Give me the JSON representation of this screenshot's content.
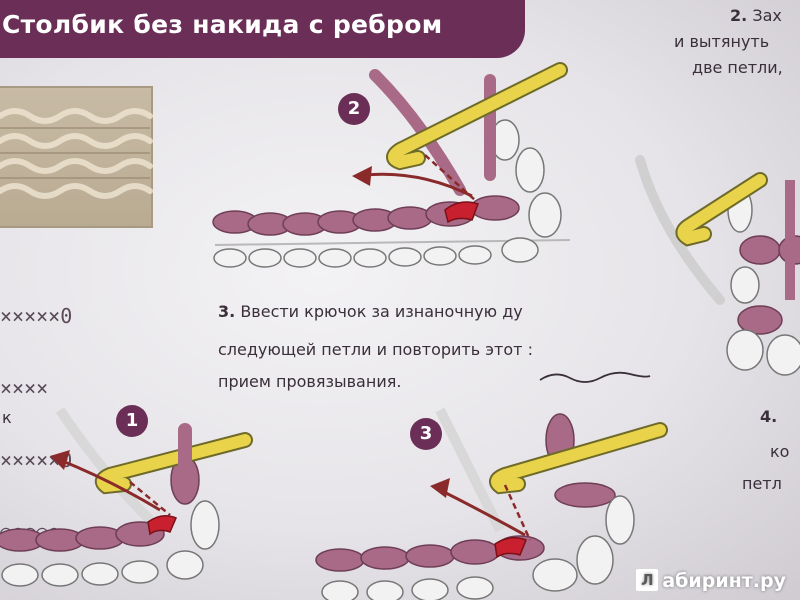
{
  "header": {
    "title": "Столбик без накида с ребром"
  },
  "step2_text": {
    "number": "2.",
    "line1": "Зах",
    "line2": "и вытянуть",
    "line3": "две петли,"
  },
  "step3_text": {
    "number": "3.",
    "line1": "Ввести крючок за изнаночную ду",
    "line2": "следующей петли и повторить этот :",
    "line3": "прием провязывания."
  },
  "step4_text": {
    "number": "4.",
    "line2": "ко",
    "line3": "петл"
  },
  "left_fragment": {
    "text": "к"
  },
  "badges": {
    "b1": "1",
    "b2": "2",
    "b3": "3"
  },
  "legend": {
    "row1": "×××××0",
    "row2": "××××",
    "row3": "×××××0",
    "row4": "○○○○○"
  },
  "watermark": {
    "icon": "labirint-book-icon",
    "icon_glyph": "Л",
    "text": "абиринт.ру"
  },
  "colors": {
    "header": "#6b2f57",
    "yarn_mauve": "#a86a86",
    "yarn_light": "#f2f2f2",
    "hook_yellow": "#e9d34a",
    "loop_red": "#c8202e",
    "arrow": "#8a2a2a"
  }
}
